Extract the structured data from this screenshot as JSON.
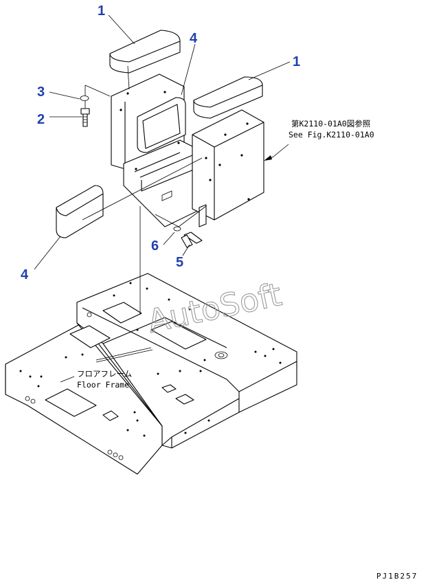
{
  "callouts": {
    "c1_top": "1",
    "c4_top": "4",
    "c1_right": "1",
    "c3": "3",
    "c2": "2",
    "c4_left": "4",
    "c6": "6",
    "c5": "5"
  },
  "notes": {
    "ref_jp": "第K2110-01A0図参照",
    "ref_en": "See Fig.K2110-01A0",
    "floor_jp": "フロアフレーム",
    "floor_en": "Floor Frame"
  },
  "watermark": "AutoSoft",
  "drawing_code": "PJ1B257",
  "colors": {
    "callout": "#1f3fb0",
    "watermark": "#9a9a9a",
    "line": "#000000"
  }
}
